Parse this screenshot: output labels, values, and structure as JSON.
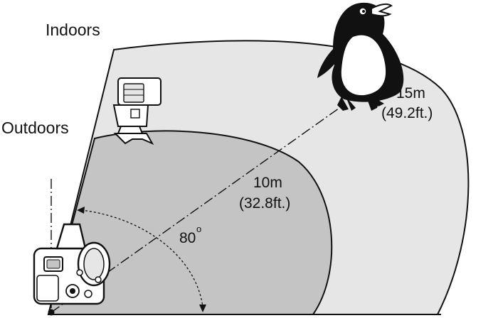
{
  "diagram": {
    "zones": {
      "indoors_label": "Indoors",
      "outdoors_label": "Outdoors"
    },
    "ranges": {
      "near": {
        "distance": "10m",
        "feet": "(32.8ft.)"
      },
      "far": {
        "distance": "15m",
        "feet": "(49.2ft.)"
      }
    },
    "angle": {
      "value": "80",
      "unit": "o"
    },
    "icons": [
      "flash-icon",
      "camera-icon",
      "penguin-icon"
    ],
    "colors": {
      "indoor_fill": "#e6e6e6",
      "outdoor_fill": "#c4c4c4",
      "line": "#111111",
      "background": "#ffffff"
    }
  }
}
